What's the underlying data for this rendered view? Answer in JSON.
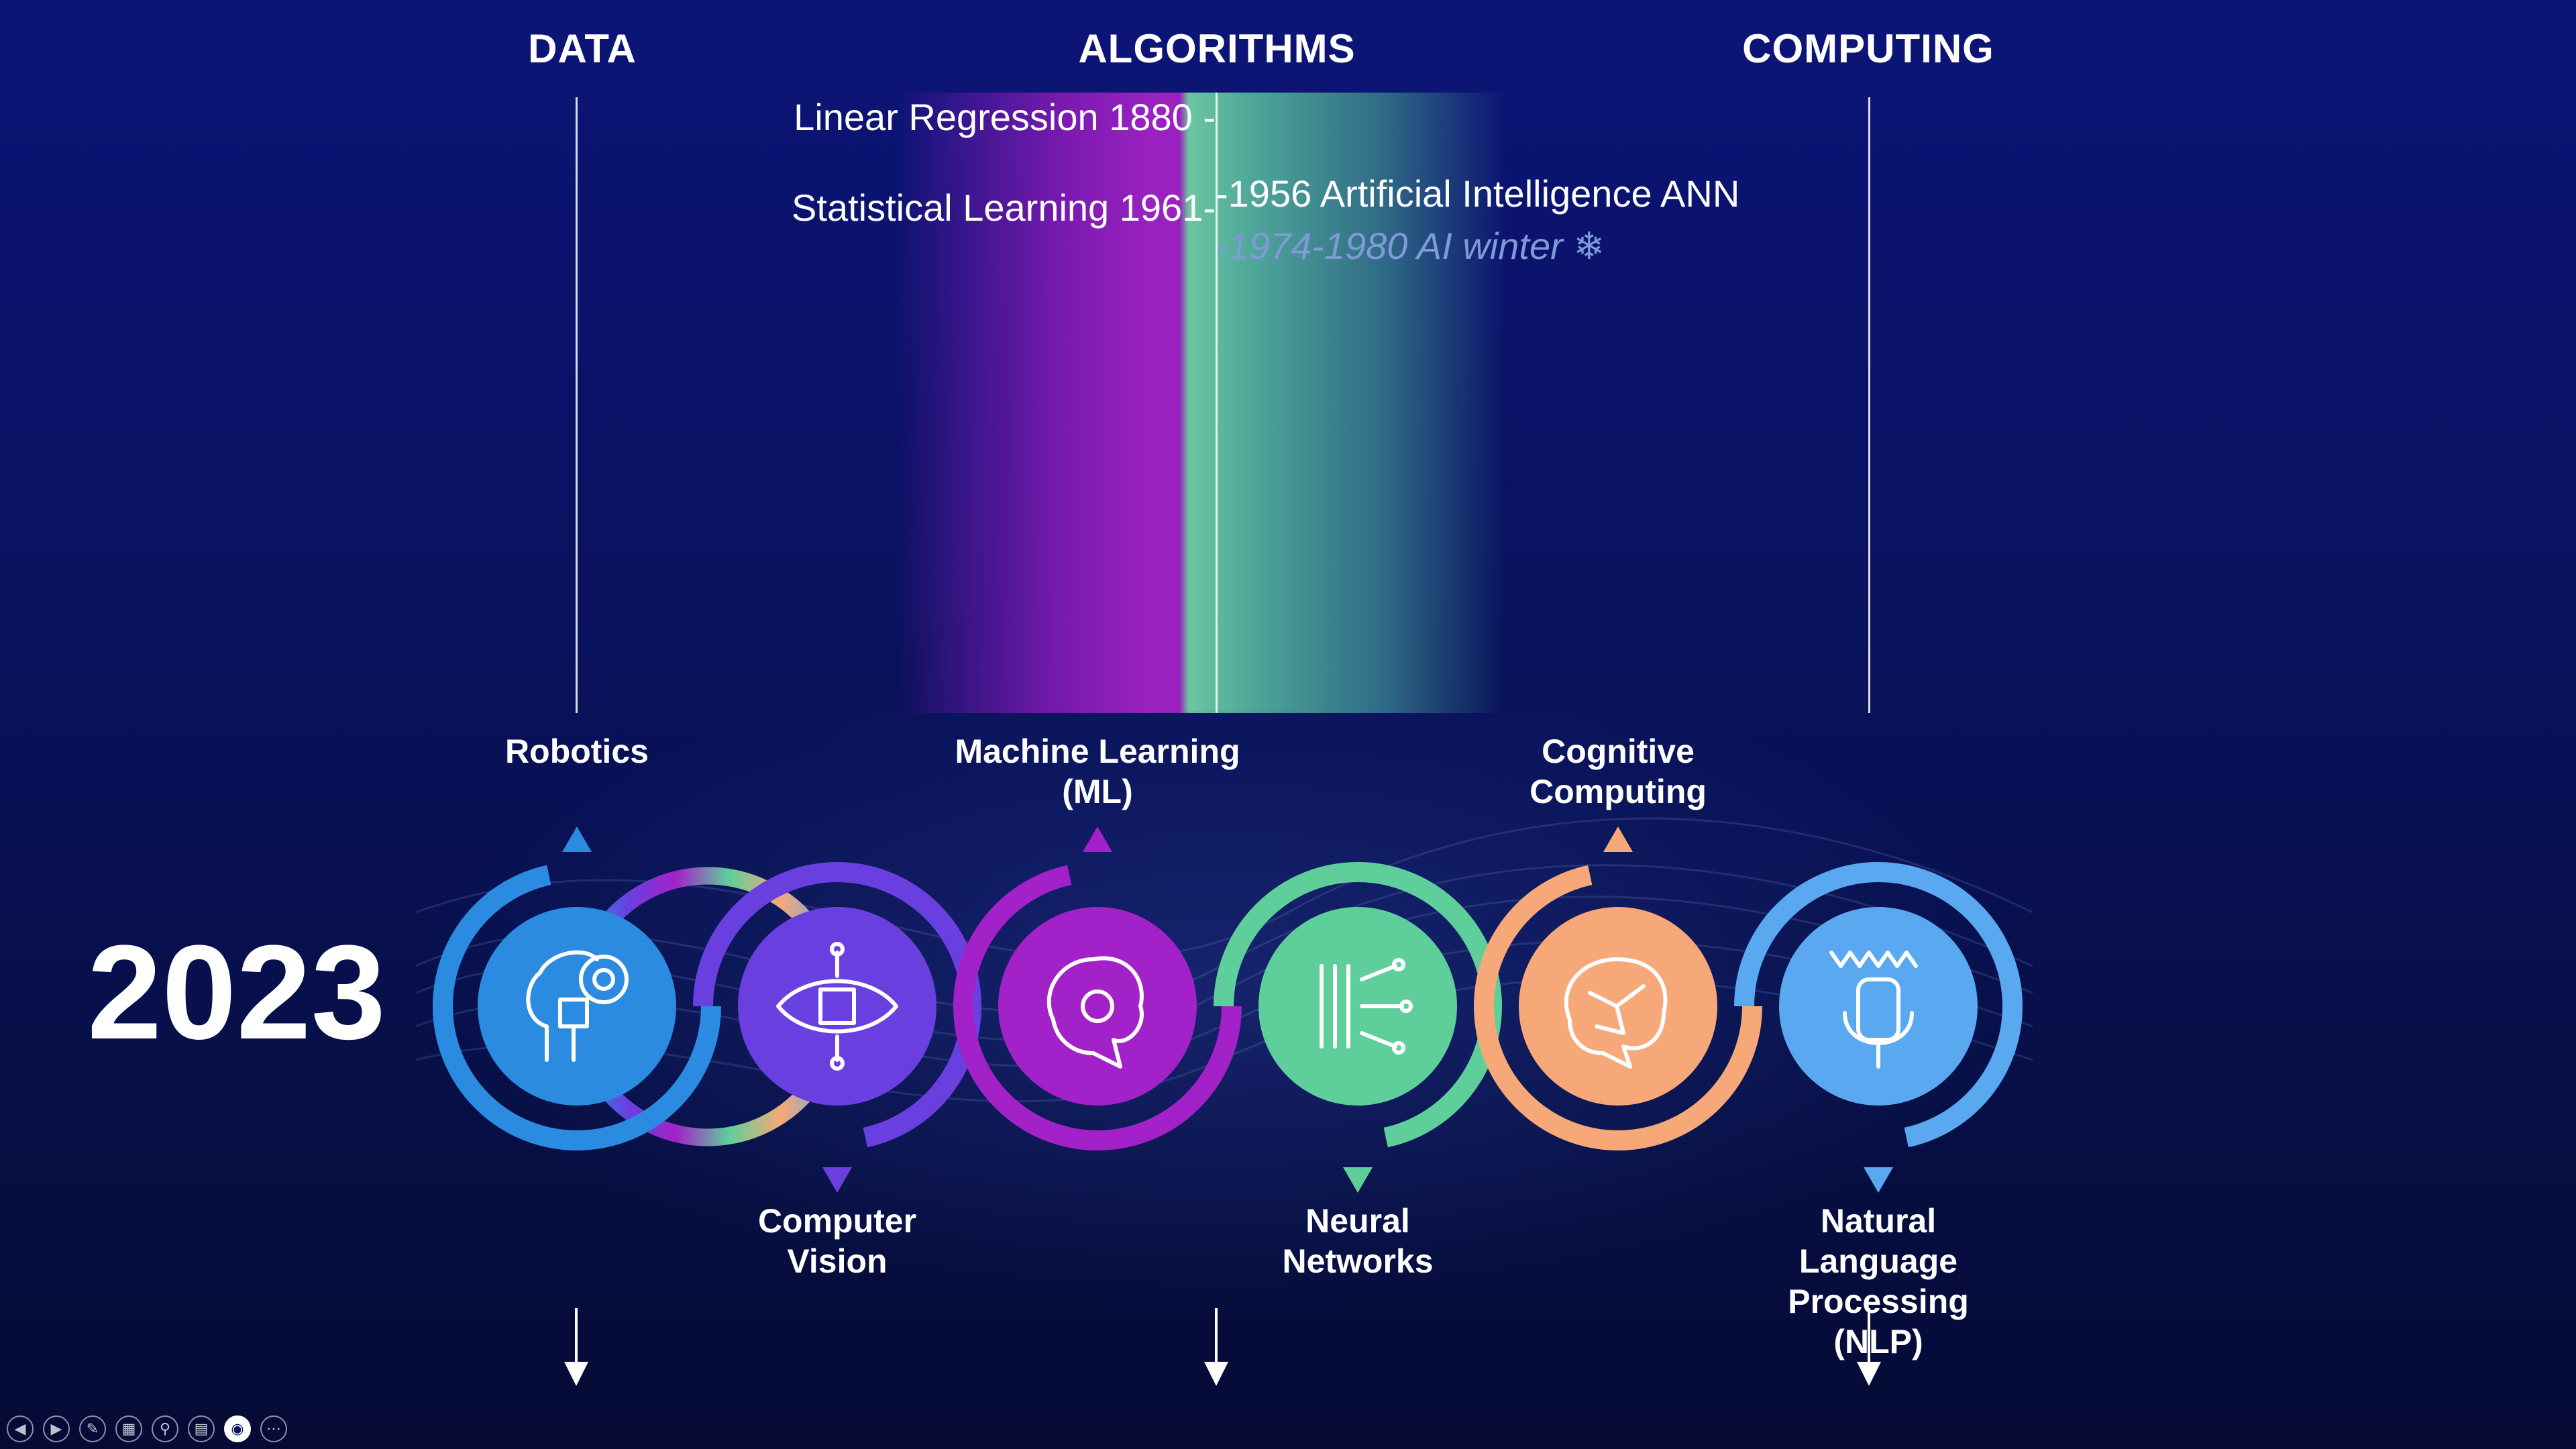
{
  "headers": {
    "data": "DATA",
    "algorithms": "ALGORITHMS",
    "computing": "COMPUTING"
  },
  "timeline": {
    "left": [
      "Linear Regression 1880 -",
      "Statistical Learning 1961-"
    ],
    "right": [
      "-1956 Artificial Intelligence ANN"
    ],
    "winter": "-1974-1980 AI winter ❄"
  },
  "year": "2023",
  "technologies": [
    {
      "label": "Robotics",
      "color": "#2a8be0",
      "icon": "robot-head-gear-icon"
    },
    {
      "label": "Computer\nVision",
      "color": "#6a3fe0",
      "icon": "eye-chip-icon"
    },
    {
      "label": "Machine Learning\n(ML)",
      "color": "#a321c8",
      "icon": "brain-gear-icon"
    },
    {
      "label": "Neural\nNetworks",
      "color": "#5ecf9a",
      "icon": "neural-circuit-icon"
    },
    {
      "label": "Cognitive\nComputing",
      "color": "#f6a878",
      "icon": "brain-network-icon"
    },
    {
      "label": "Natural Language\nProcessing (NLP)",
      "color": "#5aa8f0",
      "icon": "microphone-wave-icon"
    }
  ],
  "colors": {
    "accent_purple": "#9a22c0",
    "accent_teal": "#4fa89a",
    "background": "#0a1263"
  },
  "toolbar": {
    "buttons": [
      "previous-icon",
      "next-icon",
      "pen-icon",
      "slides-icon",
      "zoom-icon",
      "subtitles-icon",
      "camera-icon",
      "more-icon"
    ]
  }
}
